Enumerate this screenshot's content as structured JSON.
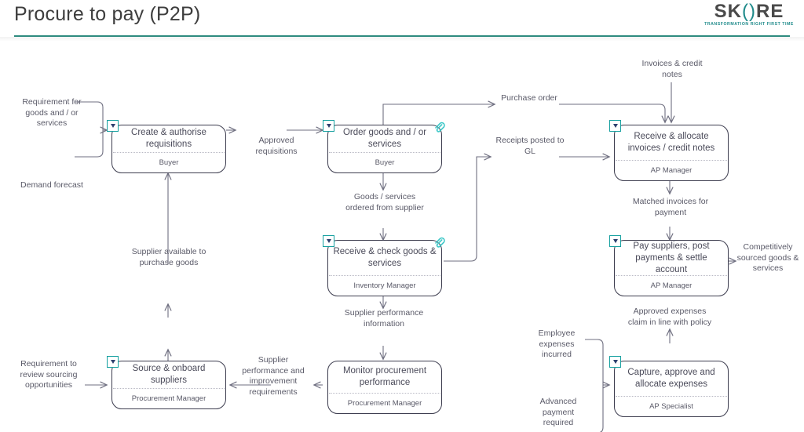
{
  "header": {
    "title": "Procure to pay (P2P)",
    "logo_wordmark_left": "SK",
    "logo_wordmark_parens": "()",
    "logo_wordmark_right": "RE",
    "logo_tagline": "TRANSFORMATION RIGHT FIRST TIME",
    "rule_color": "#2e8b7f"
  },
  "colors": {
    "node_border": "#3c3c4e",
    "node_text": "#4b4b5a",
    "badge_accent": "#16a0a0",
    "clip_accent": "#3ec8c8",
    "connector": "#6f6f80",
    "label_text": "#5a5a68"
  },
  "chart_data": {
    "type": "diagram",
    "title": "Procure to pay (P2P)",
    "nodes": [
      {
        "id": "create-requisitions",
        "title": "Create & authorise requisitions",
        "role": "Buyer",
        "badge": true,
        "clip": false
      },
      {
        "id": "order-goods",
        "title": "Order goods and / or services",
        "role": "Buyer",
        "badge": true,
        "clip": true
      },
      {
        "id": "receive-invoices",
        "title": "Receive & allocate invoices / credit notes",
        "role": "AP Manager",
        "badge": true,
        "clip": false
      },
      {
        "id": "receive-check-goods",
        "title": "Receive & check goods & services",
        "role": "Inventory Manager",
        "badge": true,
        "clip": true
      },
      {
        "id": "pay-suppliers",
        "title": "Pay suppliers, post payments & settle account",
        "role": "AP Manager",
        "badge": true,
        "clip": false
      },
      {
        "id": "source-suppliers",
        "title": "Source & onboard suppliers",
        "role": "Procurement Manager",
        "badge": true,
        "clip": false
      },
      {
        "id": "monitor-procurement",
        "title": "Monitor procurement performance",
        "role": "Procurement Manager",
        "badge": false,
        "clip": false
      },
      {
        "id": "capture-expenses",
        "title": "Capture, approve and allocate expenses",
        "role": "AP Specialist",
        "badge": true,
        "clip": false
      }
    ],
    "flow_labels": [
      {
        "id": "requirement-goods",
        "text": "Requirement for goods and / or services"
      },
      {
        "id": "demand-forecast",
        "text": "Demand forecast"
      },
      {
        "id": "approved-requisitions",
        "text": "Approved requisitions"
      },
      {
        "id": "purchase-order",
        "text": "Purchase order"
      },
      {
        "id": "invoices-credit-notes",
        "text": "Invoices & credit notes"
      },
      {
        "id": "receipts-posted-gl",
        "text": "Receipts posted to GL"
      },
      {
        "id": "goods-services-ordered",
        "text": "Goods / services ordered from supplier"
      },
      {
        "id": "matched-invoices",
        "text": "Matched invoices for payment"
      },
      {
        "id": "supplier-available",
        "text": "Supplier available to purchase goods"
      },
      {
        "id": "supplier-performance-info",
        "text": "Supplier performance information"
      },
      {
        "id": "competitively-sourced",
        "text": "Competitively sourced goods & services"
      },
      {
        "id": "approved-expenses-claim",
        "text": "Approved expenses claim in line with policy"
      },
      {
        "id": "employee-expenses",
        "text": "Employee expenses incurred"
      },
      {
        "id": "advanced-payment",
        "text": "Advanced payment required"
      },
      {
        "id": "requirement-review-sourcing",
        "text": "Requirement to review sourcing opportunities"
      },
      {
        "id": "supplier-performance-improvement",
        "text": "Supplier performance and improvement requirements"
      }
    ]
  }
}
